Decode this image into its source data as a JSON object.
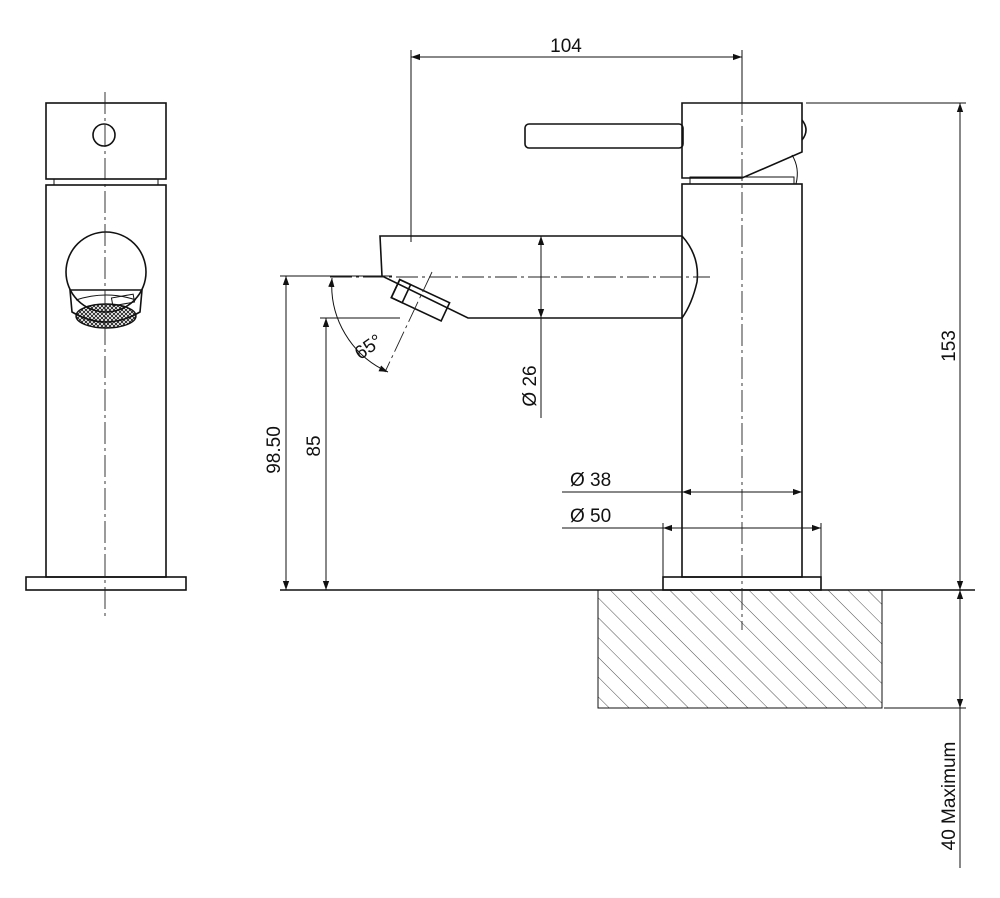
{
  "dimensions": {
    "width_top": "104",
    "height_total": "153",
    "spout_height": "98.50",
    "outlet_height": "85",
    "spout_dia": "Ø 26",
    "body_dia": "Ø 38",
    "base_dia": "Ø 50",
    "angle": "65°",
    "bench_thickness": "40 Maximum"
  }
}
